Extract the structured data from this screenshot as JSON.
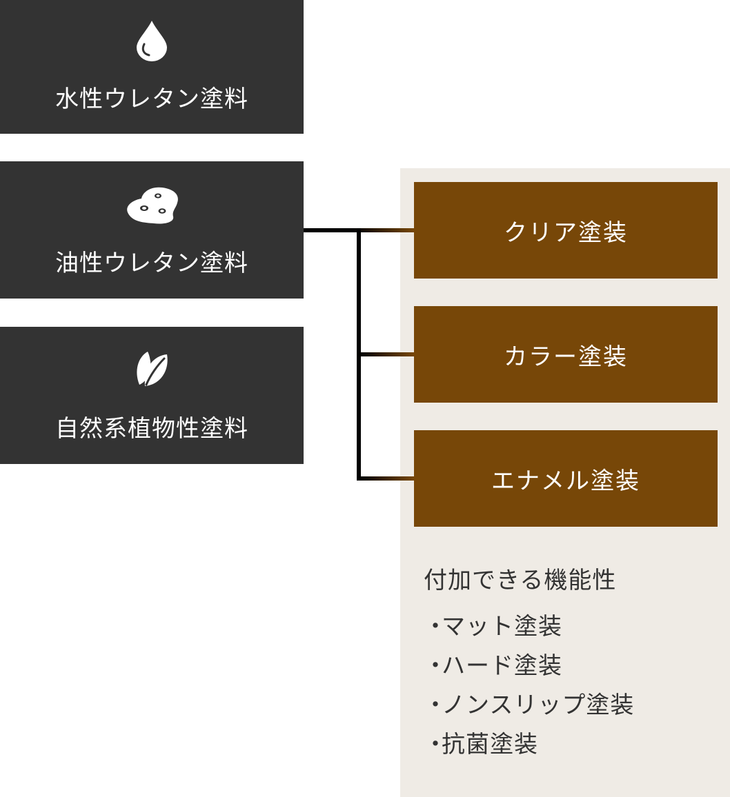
{
  "paint_types": [
    {
      "label": "水性ウレタン塗料",
      "icon": "water-drop-icon"
    },
    {
      "label": "油性ウレタン塗料",
      "icon": "oil-puddle-icon"
    },
    {
      "label": "自然系植物性塗料",
      "icon": "leaf-icon"
    }
  ],
  "finishes": [
    {
      "label": "クリア塗装"
    },
    {
      "label": "カラー塗装"
    },
    {
      "label": "エナメル塗装"
    }
  ],
  "functions": {
    "title": "付加できる機能性",
    "bullet": "・",
    "items": [
      "マット塗装",
      "ハード塗装",
      "ノンスリップ塗装",
      "抗菌塗装"
    ]
  },
  "colors": {
    "paint_box_bg": "#333333",
    "finish_box_bg": "#774708",
    "panel_bg": "#efebe5",
    "text_light": "#ffffff",
    "text_dark": "#333333"
  }
}
